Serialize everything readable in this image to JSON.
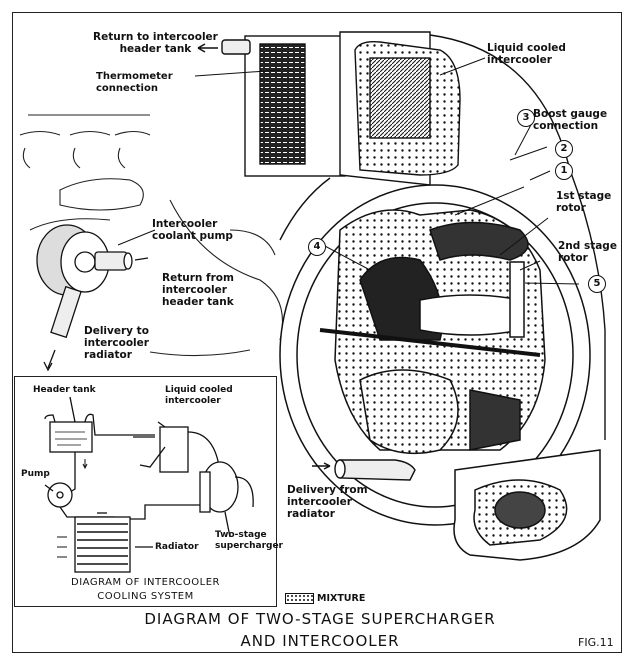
{
  "title": {
    "line1": "DIAGRAM OF TWO-STAGE SUPERCHARGER",
    "line2": "AND INTERCOOLER"
  },
  "figure_number": "FIG.11",
  "legend": {
    "icon": "dotted-pattern-swatch",
    "label": "MIXTURE"
  },
  "labels": {
    "return_to_header": "Return to intercooler\nheader tank",
    "thermometer": "Thermometer\nconnection",
    "liquid_cooled": "Liquid cooled\nintercooler",
    "boost_gauge": "Boost gauge\nconnection",
    "first_stage": "1st stage\nrotor",
    "second_stage": "2nd stage\nrotor",
    "coolant_pump": "Intercooler\ncoolant pump",
    "return_from_header": "Return from\nintercooler\nheader tank",
    "delivery_to_radiator": "Delivery to\nintercooler\nradiator",
    "delivery_from_radiator": "Delivery from\nintercooler\nradiator"
  },
  "callouts": [
    "1",
    "2",
    "3",
    "4",
    "5"
  ],
  "inset": {
    "title_line1": "DIAGRAM OF INTERCOOLER",
    "title_line2": "COOLING SYSTEM",
    "labels": {
      "header_tank": "Header tank",
      "liquid_cooled": "Liquid cooled\nintercooler",
      "pump": "Pump",
      "radiator": "Radiator",
      "two_stage": "Two-stage\nsupercharger"
    }
  }
}
